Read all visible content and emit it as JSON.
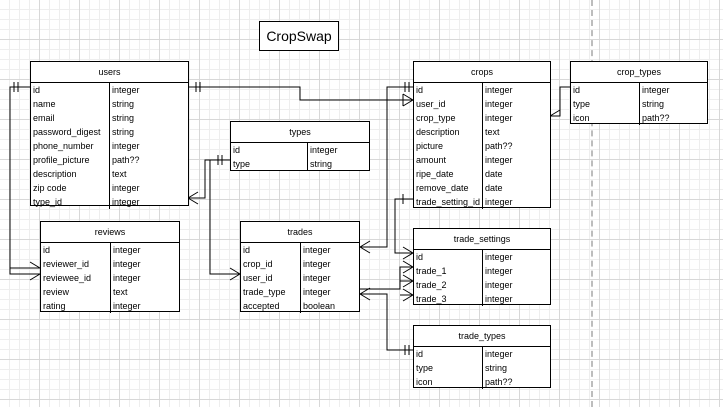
{
  "diagram": {
    "title": "CropSwap",
    "tables": {
      "users": {
        "name": "users",
        "fields": [
          {
            "name": "id",
            "type": "integer"
          },
          {
            "name": "name",
            "type": "string"
          },
          {
            "name": "email",
            "type": "string"
          },
          {
            "name": "password_digest",
            "type": "string"
          },
          {
            "name": "phone_number",
            "type": "integer"
          },
          {
            "name": "profile_picture",
            "type": "path??"
          },
          {
            "name": "description",
            "type": "text"
          },
          {
            "name": "zip code",
            "type": "integer"
          },
          {
            "name": "type_id",
            "type": "integer"
          }
        ]
      },
      "types": {
        "name": "types",
        "fields": [
          {
            "name": "id",
            "type": "integer"
          },
          {
            "name": "type",
            "type": "string"
          }
        ]
      },
      "crops": {
        "name": "crops",
        "fields": [
          {
            "name": "id",
            "type": "integer"
          },
          {
            "name": "user_id",
            "type": "integer"
          },
          {
            "name": "crop_type",
            "type": "integer"
          },
          {
            "name": "description",
            "type": "text"
          },
          {
            "name": "picture",
            "type": "path??"
          },
          {
            "name": "amount",
            "type": "integer"
          },
          {
            "name": "ripe_date",
            "type": "date"
          },
          {
            "name": "remove_date",
            "type": "date"
          },
          {
            "name": "trade_setting_id",
            "type": "integer"
          }
        ]
      },
      "crop_types": {
        "name": "crop_types",
        "fields": [
          {
            "name": "id",
            "type": "integer"
          },
          {
            "name": "type",
            "type": "string"
          },
          {
            "name": "icon",
            "type": "path??"
          }
        ]
      },
      "reviews": {
        "name": "reviews",
        "fields": [
          {
            "name": "id",
            "type": "integer"
          },
          {
            "name": "reviewer_id",
            "type": "integer"
          },
          {
            "name": "reviewee_id",
            "type": "integer"
          },
          {
            "name": "review",
            "type": "text"
          },
          {
            "name": "rating",
            "type": "integer"
          }
        ]
      },
      "trades": {
        "name": "trades",
        "fields": [
          {
            "name": "id",
            "type": "integer"
          },
          {
            "name": "crop_id",
            "type": "integer"
          },
          {
            "name": "user_id",
            "type": "integer"
          },
          {
            "name": "trade_type",
            "type": "integer"
          },
          {
            "name": "accepted",
            "type": "boolean"
          }
        ]
      },
      "trade_settings": {
        "name": "trade_settings",
        "fields": [
          {
            "name": "id",
            "type": "integer"
          },
          {
            "name": "trade_1",
            "type": "integer"
          },
          {
            "name": "trade_2",
            "type": "integer"
          },
          {
            "name": "trade_3",
            "type": "integer"
          }
        ]
      },
      "trade_types": {
        "name": "trade_types",
        "fields": [
          {
            "name": "id",
            "type": "integer"
          },
          {
            "name": "type",
            "type": "string"
          },
          {
            "name": "icon",
            "type": "path??"
          }
        ]
      }
    }
  }
}
